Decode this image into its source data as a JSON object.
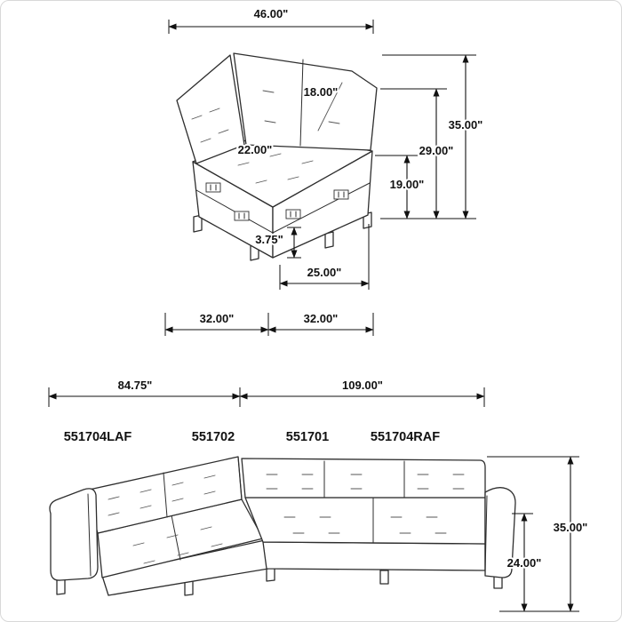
{
  "corner_piece": {
    "dims": {
      "overall_width": "46.00\"",
      "back_cushion_height": "18.00\"",
      "seat_depth": "22.00\"",
      "overall_height": "35.00\"",
      "back_height": "29.00\"",
      "seat_height": "19.00\"",
      "leg_height": "3.75\"",
      "front_base_width": "25.00\"",
      "left_section_width": "32.00\"",
      "right_section_width": "32.00\""
    }
  },
  "sectional": {
    "dims": {
      "left_width": "84.75\"",
      "right_width": "109.00\"",
      "overall_height": "35.00\"",
      "back_height": "24.00\""
    },
    "parts": [
      "551704LAF",
      "551702",
      "551701",
      "551704RAF"
    ]
  },
  "colors": {
    "line": "#2e2e2e",
    "dimension": "#111111",
    "background": "#ffffff"
  }
}
